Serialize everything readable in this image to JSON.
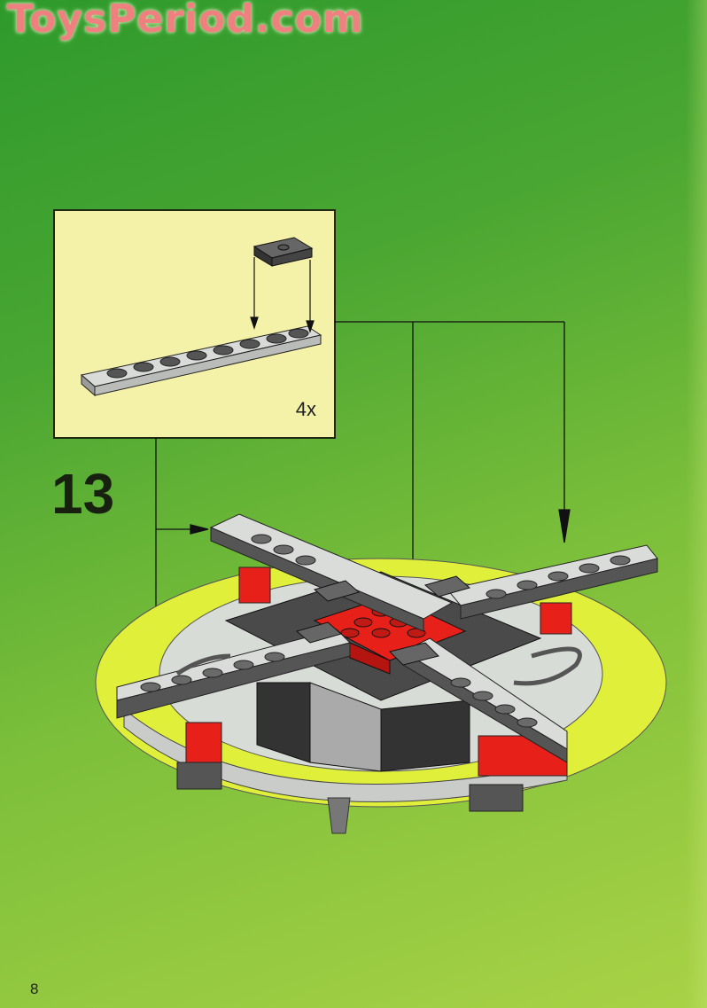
{
  "watermark": "ToysPeriod.com",
  "callout": {
    "quantity": "4x"
  },
  "step_number": "13",
  "page_number": "8"
}
